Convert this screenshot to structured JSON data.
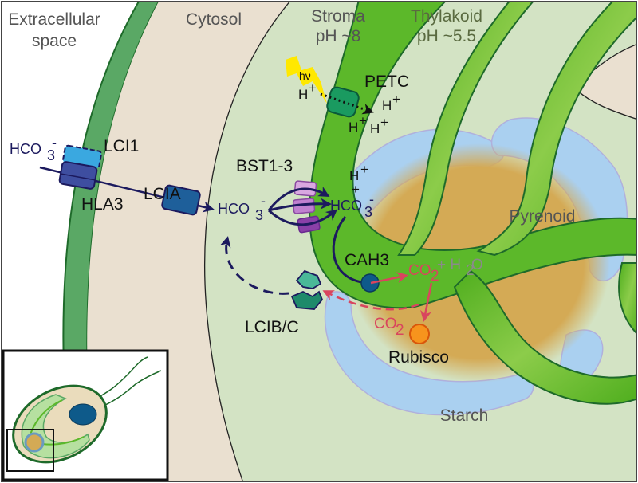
{
  "diagram": {
    "title": "CO2-concentrating mechanism in Chlamydomonas",
    "regions": {
      "extracellular": {
        "line1": "Extracellular",
        "line2": "space"
      },
      "cytosol": "Cytosol",
      "stroma": {
        "name": "Stroma",
        "ph": "pH ~8"
      },
      "thylakoid": {
        "name": "Thylakoid",
        "ph": "pH ~5.5"
      },
      "pyrenoid": "Pyrenoid",
      "starch": "Starch"
    },
    "proteins": {
      "lci1": "LCI1",
      "hla3": "HLA3",
      "lcia": "LCIA",
      "bst": "BST1-3",
      "petc": "PETC",
      "cah3": "CAH3",
      "lcibc": "LCIB/C",
      "rubisco": "Rubisco"
    },
    "molecules": {
      "bicarbonate_base": "HCO",
      "bicarbonate_sub": "3",
      "bicarbonate_sup": "-",
      "proton_base": "H",
      "proton_sup": "+",
      "plus": "+",
      "light": "hν",
      "co2_base": "CO",
      "co2_sub": "2",
      "water_plus": "+ H",
      "water_sub": "2",
      "water_end": "O"
    },
    "colors": {
      "cell_wall": "#2f8a3a",
      "cytosol": "#eae0d0",
      "stroma": "#d3e3c4",
      "thylakoid": "#5cb82a",
      "pyrenoid": "#d4aa55",
      "starch": "#aad0f0",
      "bicarbonate_arrow": "#1c1a5e",
      "co2_arrow": "#d9455e",
      "rubisco": "#f7941d",
      "cah3": "#0e5a8a",
      "lcibc": "#2aa080",
      "bst": "#b070c0",
      "lci1": "#3aa8e0",
      "hla3": "#3e4ea0",
      "lcia": "#1e5f9a",
      "petc": "#1a9a60",
      "light": "#ffe800"
    },
    "inset": {
      "label": "whole Chlamydomonas cell with zoom region"
    }
  }
}
